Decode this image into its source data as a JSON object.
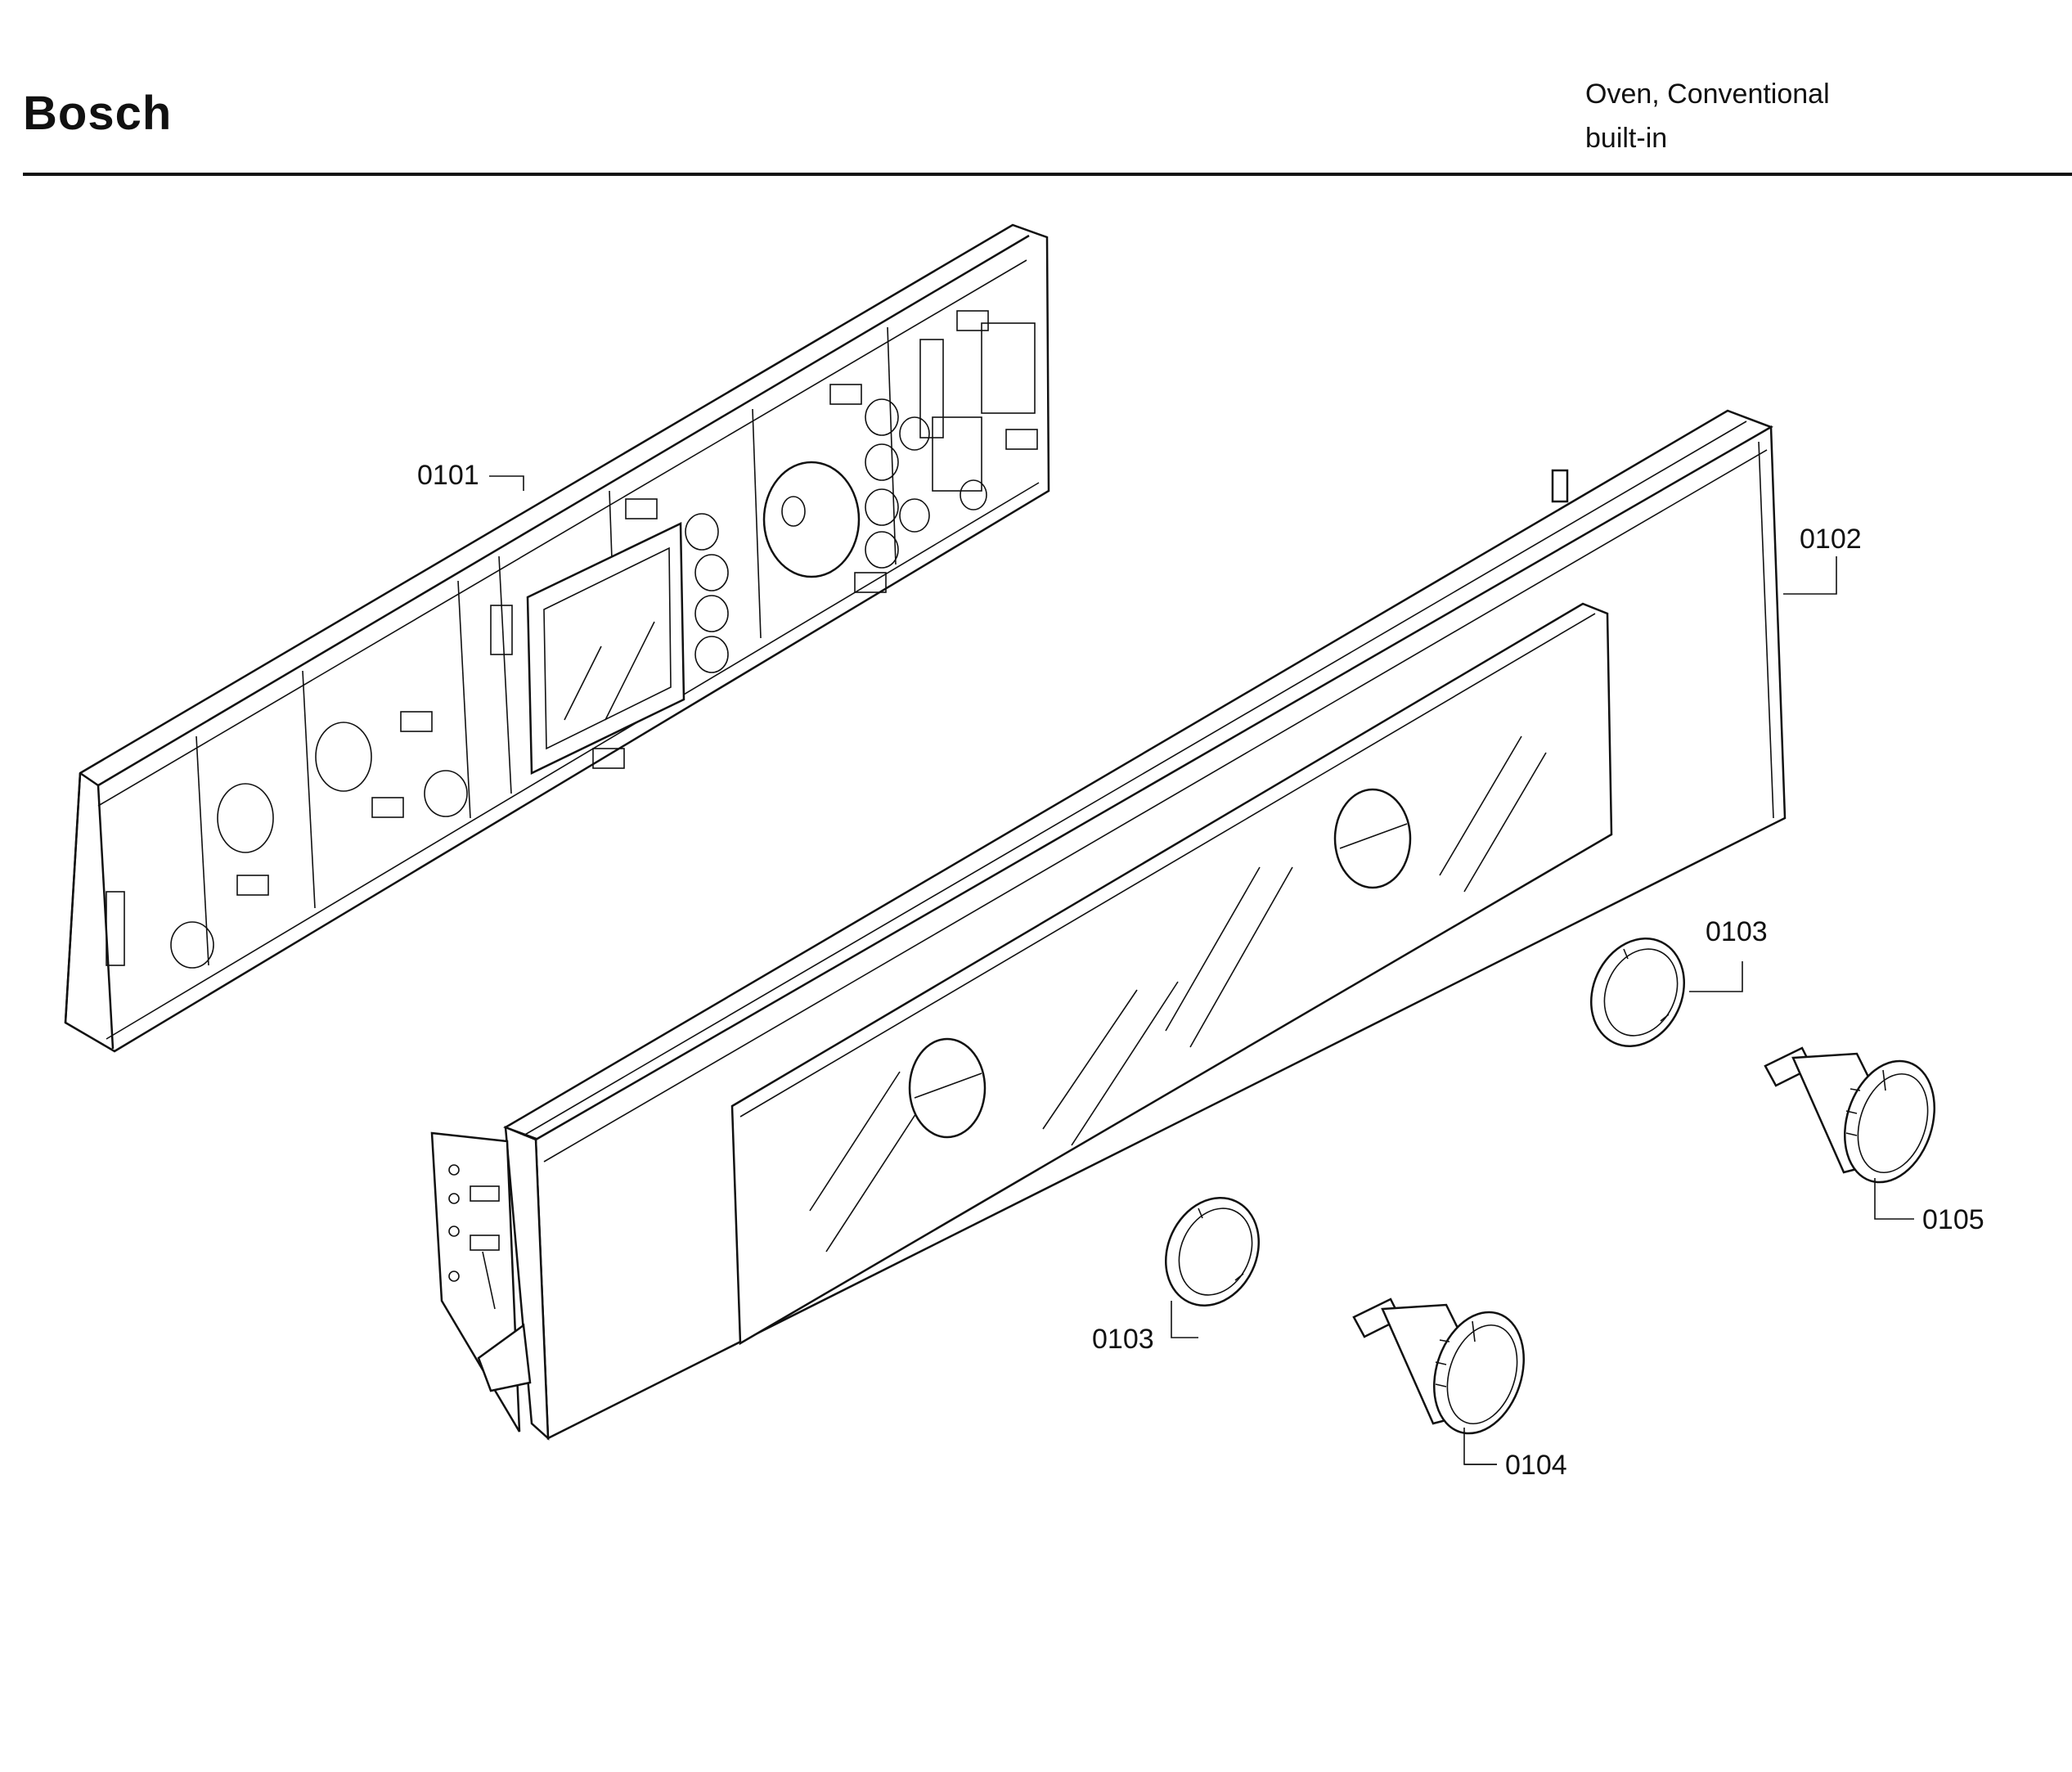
{
  "header": {
    "brand": "Bosch",
    "product_type": "Oven, Conventional",
    "product_subtype": "built-in"
  },
  "parts": [
    {
      "id": "0101"
    },
    {
      "id": "0102"
    },
    {
      "id": "0103"
    },
    {
      "id": "0103"
    },
    {
      "id": "0104"
    },
    {
      "id": "0105"
    }
  ]
}
